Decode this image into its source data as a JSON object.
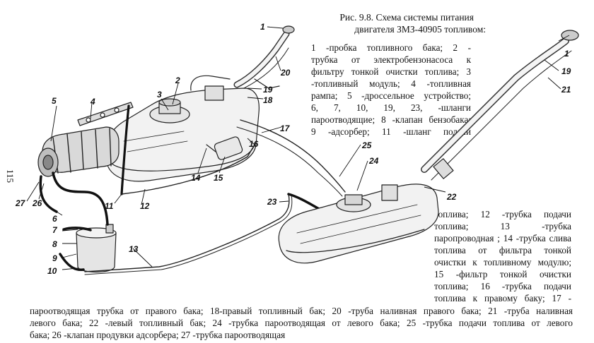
{
  "page_number": "115",
  "caption": {
    "line1": "Рис. 9.8. Схема системы питания",
    "line2": "двигателя ЗМЗ-40905 топливом:"
  },
  "legend_lines_right": [
    "1 -пробка топливного бака; 2 -",
    "трубка от электробензонасоса к",
    "фильтру тонкой очистки топлива; 3",
    "-топливный модуль; 4 -топливная",
    "рампа; 5 -дроссельное устройство;",
    "6, 7, 10, 19, 23, -шланги",
    "пароотводящие; 8 -клапан бензобака;",
    "9 -адсорбер; 11 -шланг подачи"
  ],
  "legend_lines_lower_right": [
    "топлива; 12 -трубка подачи",
    "топлива; 13 -трубка",
    "паропроводная ; 14 -трубка слива",
    "топлива от фильтра тонкой",
    "очистки к топливному модулю;",
    "15 -фильтр тонкой очистки",
    "топлива; 16 -трубка подачи",
    "топлива к правому баку; 17 -"
  ],
  "legend_lines_bottom": [
    "пароотводящая трубка от правого бака; 18-правый топливный бак; 20 -труба наливная правого бака; 21 -труба наливная",
    "левого бака; 22 -левый топливный бак; 24 -трубка пароотводящая от левого бака; 25 -трубка подачи топлива от левого",
    "бака; 26 -клапан продувки адсорбера; 27 -трубка пароотводящая"
  ],
  "callouts": [
    "1",
    "1",
    "2",
    "3",
    "4",
    "5",
    "6",
    "7",
    "8",
    "9",
    "10",
    "11",
    "12",
    "13",
    "14",
    "15",
    "16",
    "17",
    "18",
    "19",
    "19",
    "20",
    "21",
    "22",
    "23",
    "24",
    "25",
    "26",
    "27"
  ]
}
